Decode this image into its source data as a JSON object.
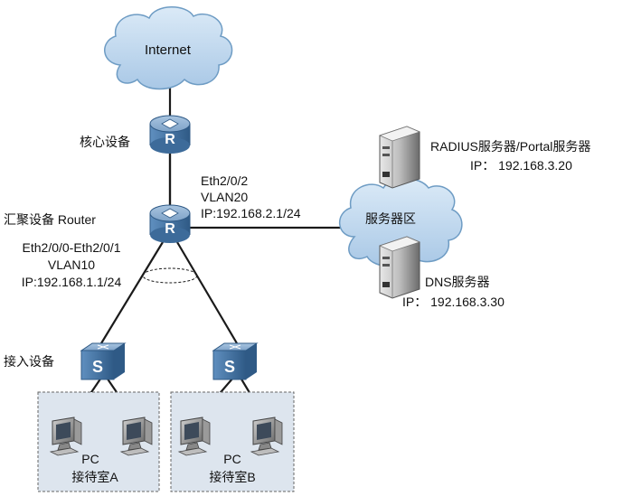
{
  "cloud_internet": {
    "label": "Internet"
  },
  "core": {
    "label": "核心设备",
    "icon": "router-icon",
    "glyph": "R"
  },
  "agg": {
    "label": "汇聚设备  Router",
    "icon": "router-icon",
    "glyph": "R",
    "down_port": "Eth2/0/0-Eth2/0/1",
    "down_vlan": "VLAN10",
    "down_ip": "IP:192.168.1.1/24",
    "up_port": "Eth2/0/2",
    "up_vlan": "VLAN20",
    "up_ip": "IP:192.168.2.1/24"
  },
  "server_zone": {
    "label": "服务器区",
    "radius": {
      "name": "RADIUS服务器/Portal服务器",
      "ip": "IP：  192.168.3.20",
      "icon": "server-icon"
    },
    "dns": {
      "name": "DNS服务器",
      "ip": "IP：  192.168.3.30",
      "icon": "server-icon"
    }
  },
  "access": {
    "label": "接入设备",
    "icon": "switch-icon",
    "glyph": "S"
  },
  "rooms": [
    {
      "pc_label": "PC",
      "room_label": "接待室A"
    },
    {
      "pc_label": "PC",
      "room_label": "接待室B"
    }
  ],
  "colors": {
    "cloud_fill": "#c4dcf0",
    "cloud_stroke": "#6e9cc4",
    "device_fill": "#4f7fb0",
    "device_dark": "#2f5a86",
    "room_fill": "#dde5ee",
    "link": "#1a1a1a"
  }
}
